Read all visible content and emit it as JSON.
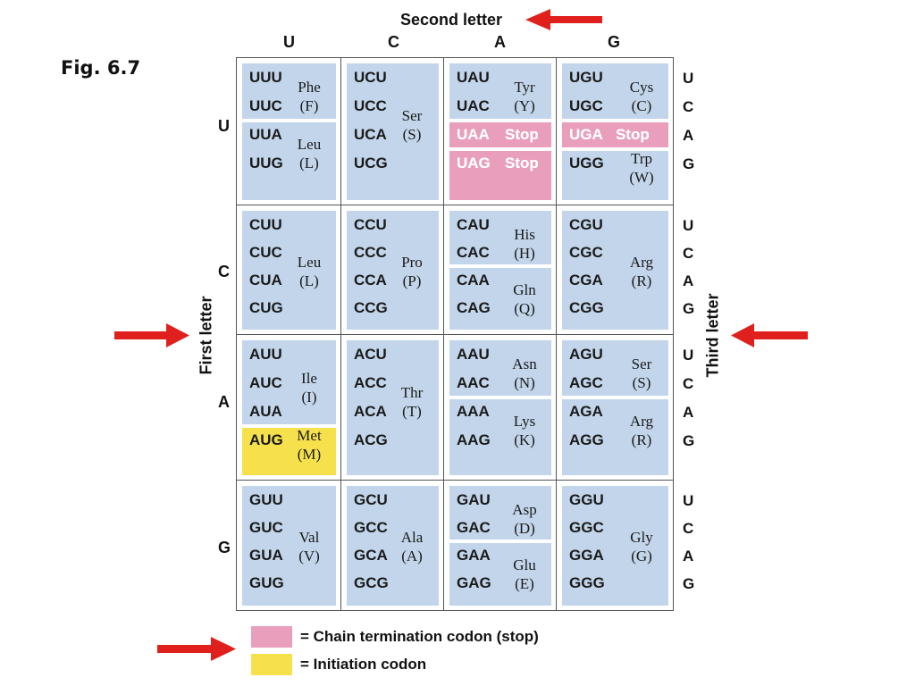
{
  "figure": {
    "label": "Fig. 6.7"
  },
  "axes": {
    "second_letter_title": "Second letter",
    "first_letter_title": "First letter",
    "third_letter_title": "Third letter",
    "bases": [
      "U",
      "C",
      "A",
      "G"
    ]
  },
  "colors": {
    "box_fill": "#c2d5ea",
    "stop": "#e99ebb",
    "initiation": "#f6e14d",
    "arrow": "#e0201d"
  },
  "table": [
    [
      {
        "codons": [
          "UUU",
          "UUC",
          "UUA",
          "UUG"
        ],
        "groups": [
          {
            "rows": [
              0,
              1
            ],
            "aa": "Phe",
            "abbr": "(F)"
          },
          {
            "rows": [
              2,
              3
            ],
            "aa": "Leu",
            "abbr": "(L)"
          }
        ]
      },
      {
        "codons": [
          "UCU",
          "UCC",
          "UCA",
          "UCG"
        ],
        "groups": [
          {
            "rows": [
              0,
              3
            ],
            "aa": "Ser",
            "abbr": "(S)"
          }
        ]
      },
      {
        "codons": [
          "UAU",
          "UAC",
          "UAA",
          "UAG"
        ],
        "groups": [
          {
            "rows": [
              0,
              1
            ],
            "aa": "Tyr",
            "abbr": "(Y)"
          },
          {
            "rows": [
              2,
              2
            ],
            "aa": "Stop",
            "abbr": "",
            "stop": true
          },
          {
            "rows": [
              3,
              3
            ],
            "aa": "Stop",
            "abbr": "",
            "stop": true
          }
        ]
      },
      {
        "codons": [
          "UGU",
          "UGC",
          "UGA",
          "UGG"
        ],
        "groups": [
          {
            "rows": [
              0,
              1
            ],
            "aa": "Cys",
            "abbr": "(C)"
          },
          {
            "rows": [
              2,
              2
            ],
            "aa": "Stop",
            "abbr": "",
            "stop": true
          },
          {
            "rows": [
              3,
              3
            ],
            "aa": "Trp",
            "abbr": "(W)"
          }
        ]
      }
    ],
    [
      {
        "codons": [
          "CUU",
          "CUC",
          "CUA",
          "CUG"
        ],
        "groups": [
          {
            "rows": [
              0,
              3
            ],
            "aa": "Leu",
            "abbr": "(L)"
          }
        ]
      },
      {
        "codons": [
          "CCU",
          "CCC",
          "CCA",
          "CCG"
        ],
        "groups": [
          {
            "rows": [
              0,
              3
            ],
            "aa": "Pro",
            "abbr": "(P)"
          }
        ]
      },
      {
        "codons": [
          "CAU",
          "CAC",
          "CAA",
          "CAG"
        ],
        "groups": [
          {
            "rows": [
              0,
              1
            ],
            "aa": "His",
            "abbr": "(H)"
          },
          {
            "rows": [
              2,
              3
            ],
            "aa": "Gln",
            "abbr": "(Q)"
          }
        ]
      },
      {
        "codons": [
          "CGU",
          "CGC",
          "CGA",
          "CGG"
        ],
        "groups": [
          {
            "rows": [
              0,
              3
            ],
            "aa": "Arg",
            "abbr": "(R)"
          }
        ]
      }
    ],
    [
      {
        "codons": [
          "AUU",
          "AUC",
          "AUA",
          "AUG"
        ],
        "groups": [
          {
            "rows": [
              0,
              2
            ],
            "aa": "Ile",
            "abbr": "(I)"
          },
          {
            "rows": [
              3,
              3
            ],
            "aa": "Met",
            "abbr": "(M)",
            "init": true
          }
        ]
      },
      {
        "codons": [
          "ACU",
          "ACC",
          "ACA",
          "ACG"
        ],
        "groups": [
          {
            "rows": [
              0,
              3
            ],
            "aa": "Thr",
            "abbr": "(T)"
          }
        ]
      },
      {
        "codons": [
          "AAU",
          "AAC",
          "AAA",
          "AAG"
        ],
        "groups": [
          {
            "rows": [
              0,
              1
            ],
            "aa": "Asn",
            "abbr": "(N)"
          },
          {
            "rows": [
              2,
              3
            ],
            "aa": "Lys",
            "abbr": "(K)"
          }
        ]
      },
      {
        "codons": [
          "AGU",
          "AGC",
          "AGA",
          "AGG"
        ],
        "groups": [
          {
            "rows": [
              0,
              1
            ],
            "aa": "Ser",
            "abbr": "(S)"
          },
          {
            "rows": [
              2,
              3
            ],
            "aa": "Arg",
            "abbr": "(R)"
          }
        ]
      }
    ],
    [
      {
        "codons": [
          "GUU",
          "GUC",
          "GUA",
          "GUG"
        ],
        "groups": [
          {
            "rows": [
              0,
              3
            ],
            "aa": "Val",
            "abbr": "(V)"
          }
        ]
      },
      {
        "codons": [
          "GCU",
          "GCC",
          "GCA",
          "GCG"
        ],
        "groups": [
          {
            "rows": [
              0,
              3
            ],
            "aa": "Ala",
            "abbr": "(A)"
          }
        ]
      },
      {
        "codons": [
          "GAU",
          "GAC",
          "GAA",
          "GAG"
        ],
        "groups": [
          {
            "rows": [
              0,
              1
            ],
            "aa": "Asp",
            "abbr": "(D)"
          },
          {
            "rows": [
              2,
              3
            ],
            "aa": "Glu",
            "abbr": "(E)"
          }
        ]
      },
      {
        "codons": [
          "GGU",
          "GGC",
          "GGA",
          "GGG"
        ],
        "groups": [
          {
            "rows": [
              0,
              3
            ],
            "aa": "Gly",
            "abbr": "(G)"
          }
        ]
      }
    ]
  ],
  "legend": {
    "stop_label": "= Chain termination codon (stop)",
    "init_label": "= Initiation codon"
  }
}
